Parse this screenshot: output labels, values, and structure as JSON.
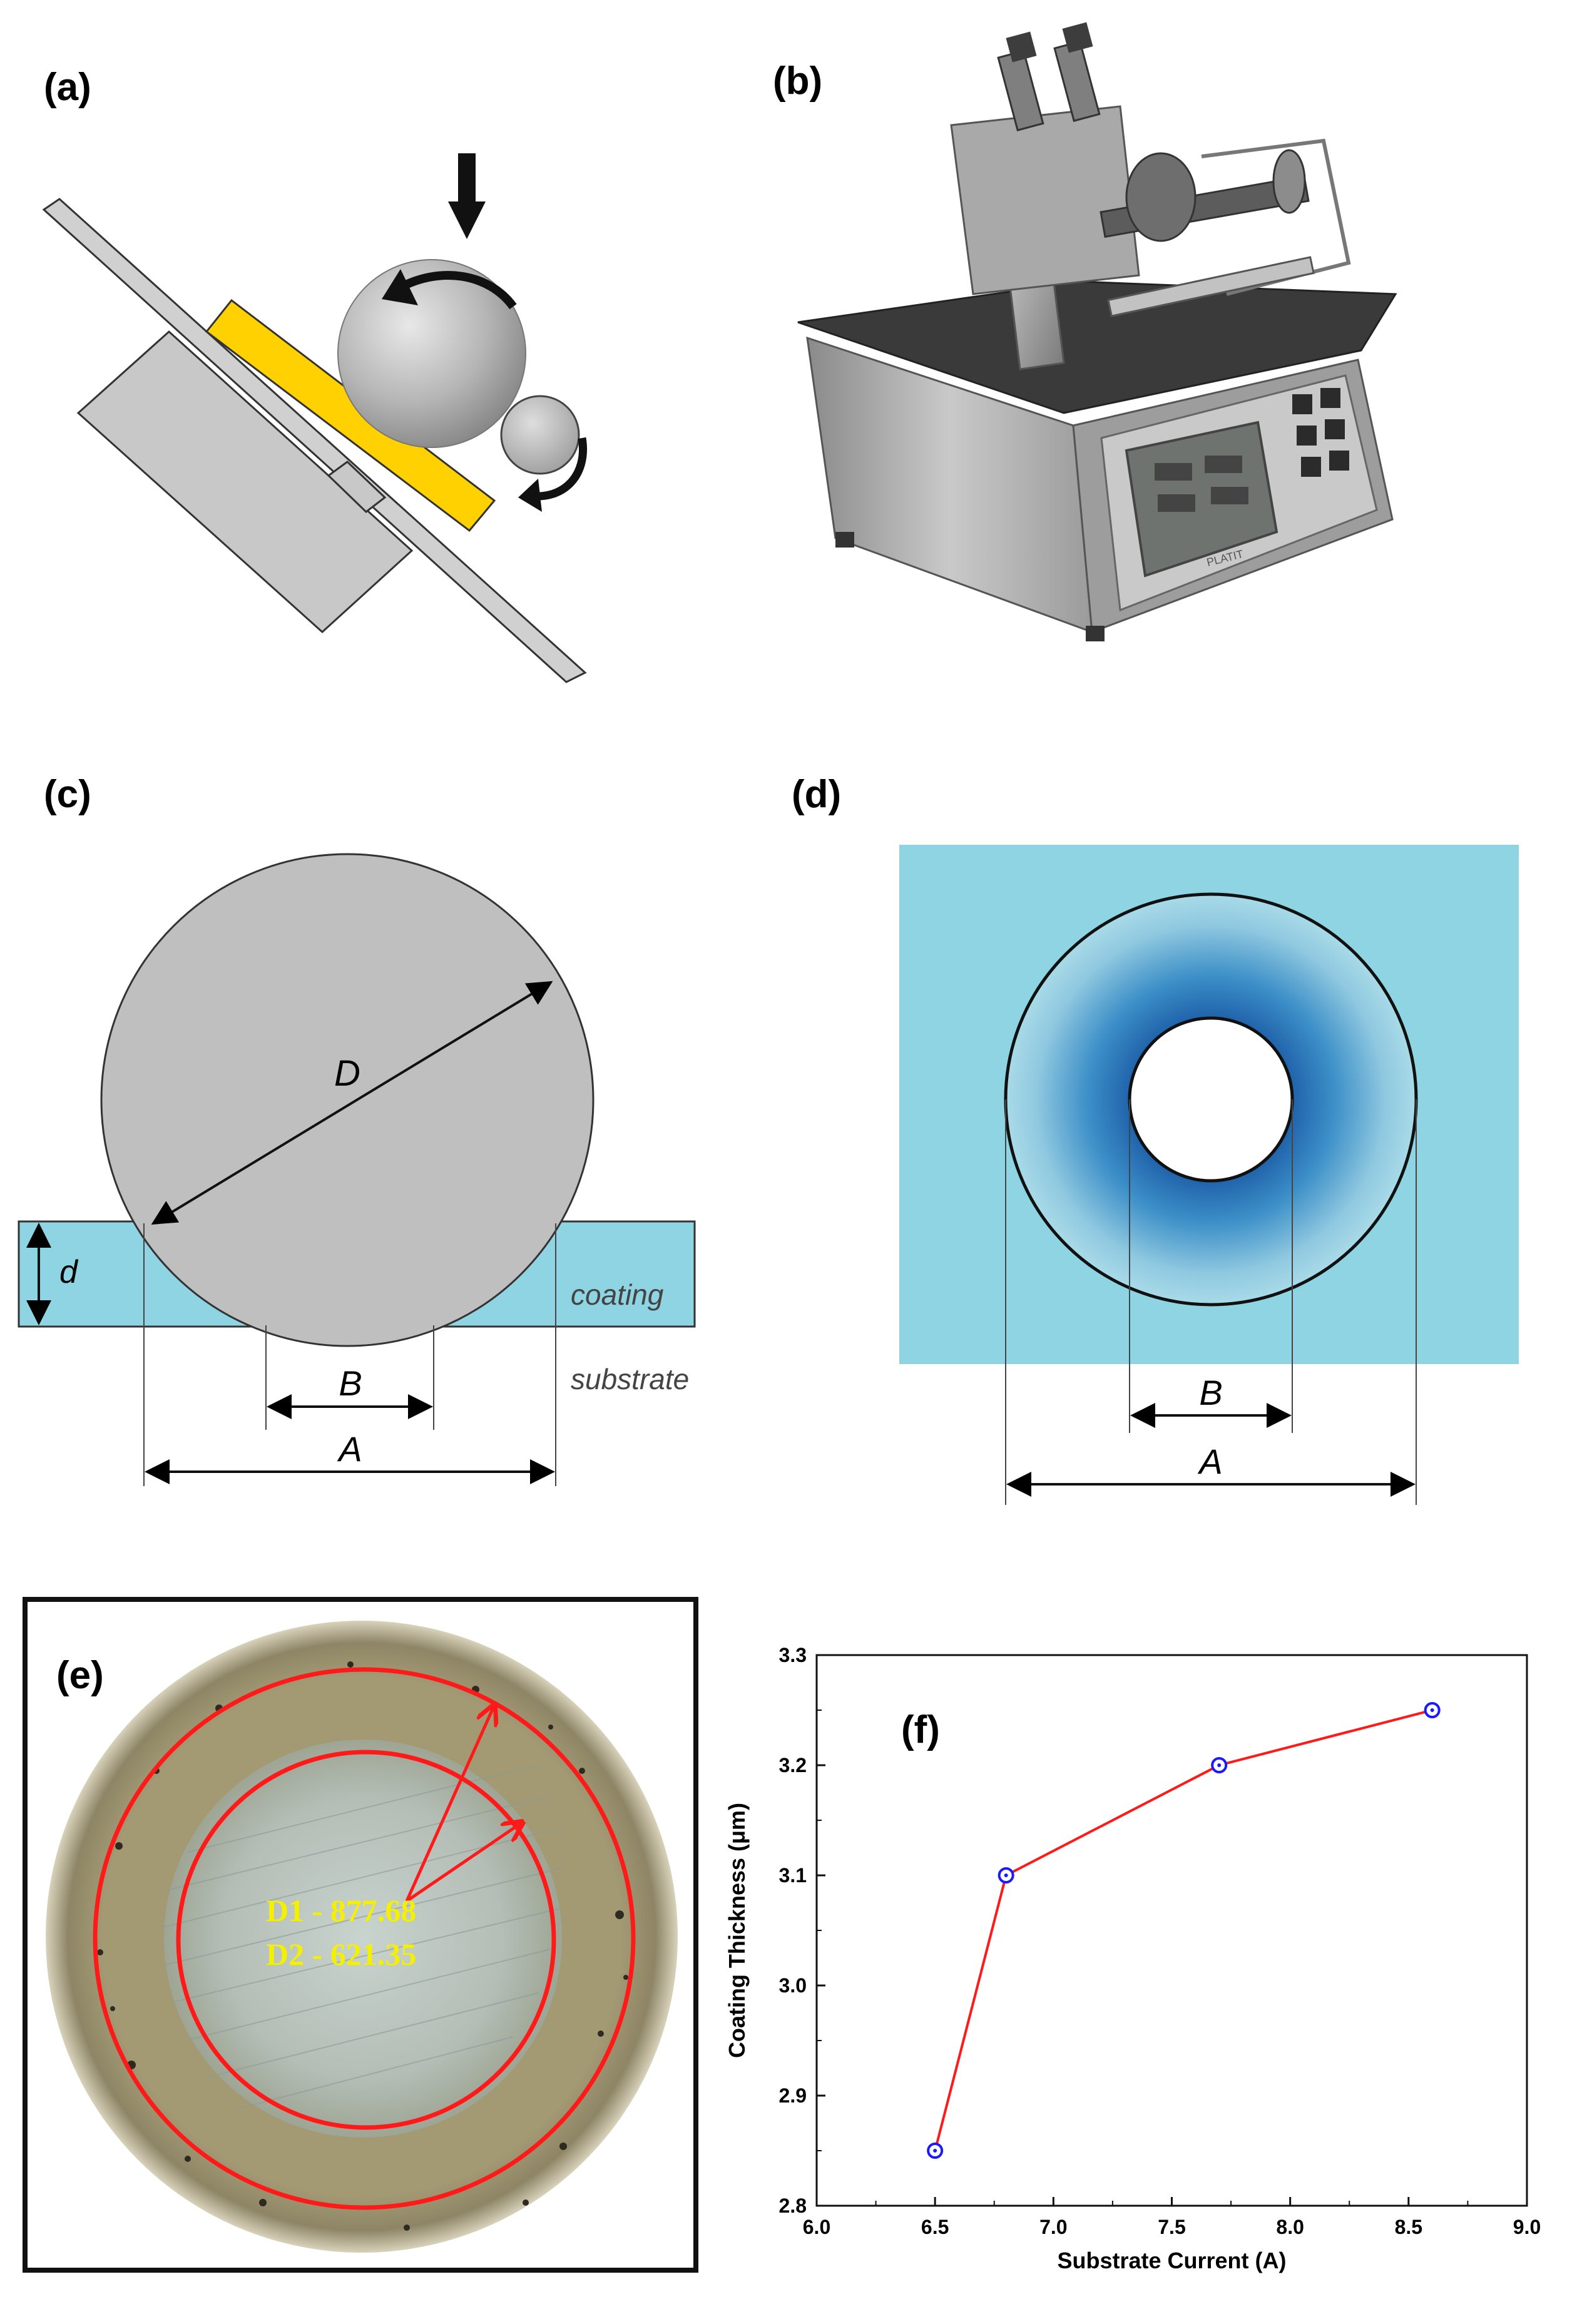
{
  "panels": {
    "a": {
      "label": "(a)"
    },
    "b": {
      "label": "(b)",
      "device_brand": "PLATIT"
    },
    "c": {
      "label": "(c)",
      "dim_D": "D",
      "dim_d": "d",
      "dim_B": "B",
      "dim_A": "A",
      "coating": "coating",
      "substrate": "substrate"
    },
    "d": {
      "label": "(d)",
      "dim_B": "B",
      "dim_A": "A"
    },
    "e": {
      "label": "(e)",
      "d1": "D1 -  877.68",
      "d2": "D2 -  621.35"
    },
    "f": {
      "label": "(f)"
    }
  },
  "colors": {
    "coating_blue": "#8fd4e3",
    "ring_blue": "#2f7fc0",
    "yellow_coating": "#ffd100",
    "ball_grey": "#b8b8b8",
    "red_line": "#ff1a1a",
    "marker_blue": "#1a1aff"
  },
  "chart_data": {
    "type": "line",
    "title": "",
    "xlabel": "Substrate Current (A)",
    "ylabel": "Coating Thickness (μm)",
    "x": [
      6.5,
      6.8,
      7.7,
      8.6
    ],
    "series": [
      {
        "values": [
          2.85,
          3.1,
          3.2,
          3.25
        ]
      }
    ],
    "xlim": [
      6.0,
      9.0
    ],
    "ylim": [
      2.8,
      3.3
    ],
    "xticks": [
      "6.0",
      "6.5",
      "7.0",
      "7.5",
      "8.0",
      "8.5",
      "9.0"
    ],
    "yticks": [
      "2.8",
      "2.9",
      "3.0",
      "3.1",
      "3.2",
      "3.3"
    ],
    "line_color": "#ff1a1a",
    "marker_color": "#1a1aff",
    "grid": false,
    "legend": "none"
  }
}
